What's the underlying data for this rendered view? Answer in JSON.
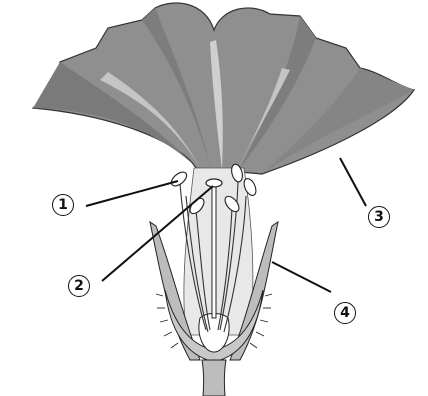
{
  "diagram": {
    "callouts": [
      {
        "id": "1",
        "label": "1"
      },
      {
        "id": "2",
        "label": "2"
      },
      {
        "id": "3",
        "label": "3"
      },
      {
        "id": "4",
        "label": "4"
      }
    ]
  },
  "colors": {
    "petal_dark": "#7a7a7a",
    "petal_mid": "#939393",
    "petal_light": "#c2c2c2",
    "inner_tube": "#e9e9e9",
    "sepal": "#bdbdbd",
    "outline": "#222222"
  }
}
